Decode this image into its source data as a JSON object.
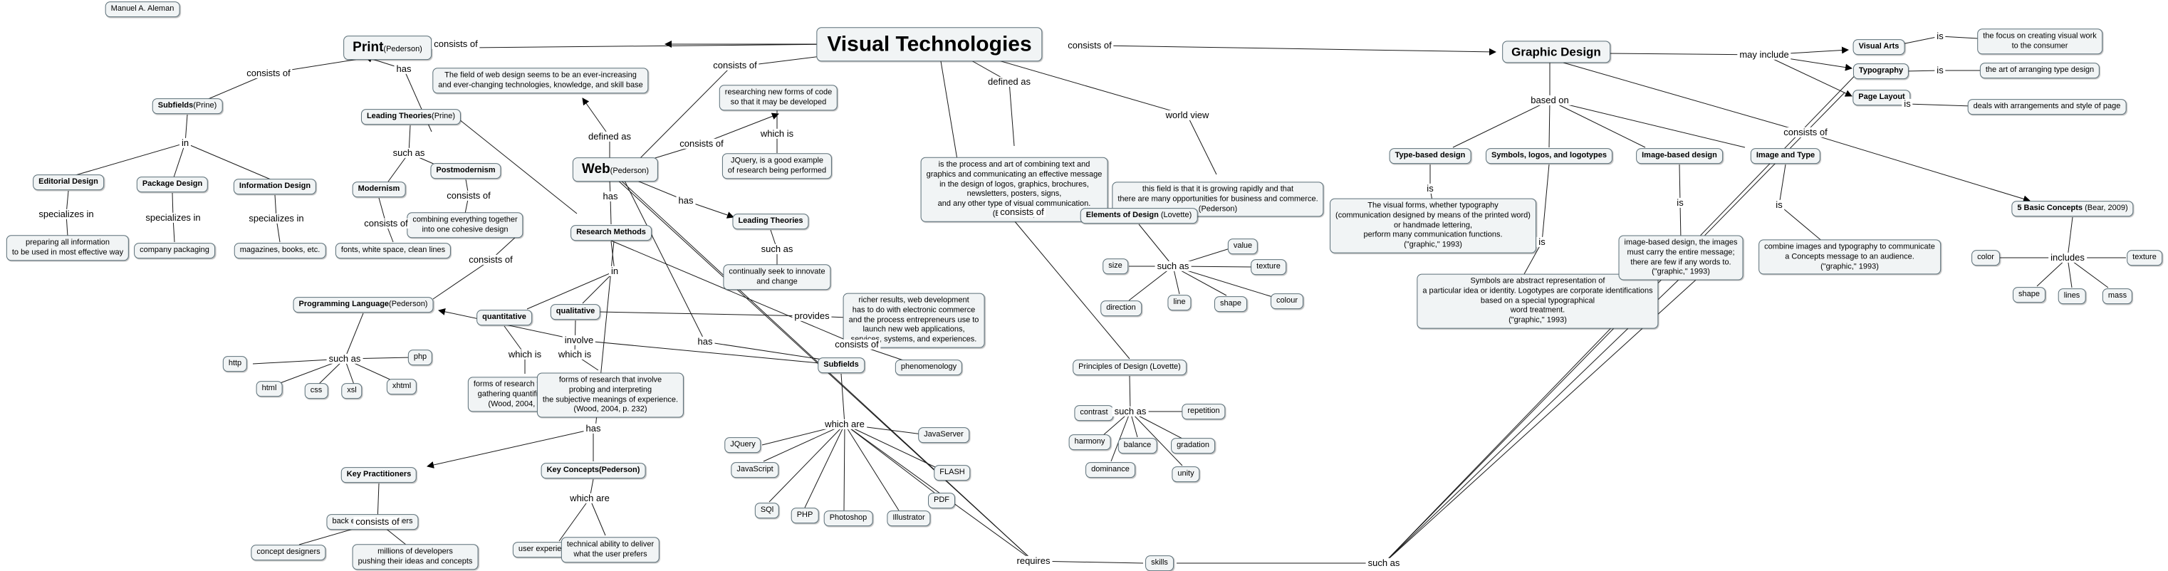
{
  "author": "Manuel A. Aleman",
  "nodes": [
    {
      "id": "vt",
      "text": "Visual Technologies",
      "style": "huge bold"
    },
    {
      "id": "print",
      "text": "Print",
      "sub": "(Pederson)",
      "style": "big bold"
    },
    {
      "id": "subfields_prine",
      "text": "Subfields",
      "sub": "(Prine)",
      "style": "bold"
    },
    {
      "id": "leading_prine",
      "text": "Leading Theories",
      "sub": "(Prine)",
      "style": "bold"
    },
    {
      "id": "editorial",
      "text": "Editorial Design",
      "style": "bold"
    },
    {
      "id": "package",
      "text": "Package Design",
      "style": "bold"
    },
    {
      "id": "info",
      "text": "Information Design",
      "style": "bold"
    },
    {
      "id": "prep_info",
      "text": "preparing all information\nto be used in most effective way",
      "style": "multi"
    },
    {
      "id": "company_pack",
      "text": "company packaging",
      "style": ""
    },
    {
      "id": "magazines",
      "text": "magazines, books, etc.",
      "style": ""
    },
    {
      "id": "modernism",
      "text": "Modernism",
      "style": "bold"
    },
    {
      "id": "postmodernism",
      "text": "Postmodernism",
      "style": "bold"
    },
    {
      "id": "fonts",
      "text": "fonts, white space, clean lines",
      "style": ""
    },
    {
      "id": "combining",
      "text": "combining everything together\ninto one cohesive design",
      "style": "multi"
    },
    {
      "id": "field_web",
      "text": "The field of web design seems to be an ever-increasing\nand ever-changing technologies, knowledge, and skill base",
      "style": "multi"
    },
    {
      "id": "web",
      "text": "Web",
      "sub": "(Pederson)",
      "style": "big bold"
    },
    {
      "id": "researching",
      "text": "researching new forms of code\nso that it may be developed",
      "style": "multi"
    },
    {
      "id": "jquery_ex",
      "text": "JQuery, is a good example\nof research being performed",
      "style": "multi"
    },
    {
      "id": "leading_web",
      "text": "Leading Theories",
      "style": "bold"
    },
    {
      "id": "innovate",
      "text": "continually seek to innovate\nand change",
      "style": "multi"
    },
    {
      "id": "research_methods",
      "text": "Research Methods",
      "style": "bold"
    },
    {
      "id": "quantitative",
      "text": "quantitative",
      "style": "bold"
    },
    {
      "id": "qualitative",
      "text": "qualitative",
      "style": "bold"
    },
    {
      "id": "quant_def",
      "text": "forms of research that involve\ngathering quantifiable data.\n(Wood, 2004, p. 332)",
      "style": "multi"
    },
    {
      "id": "qual_def",
      "text": "forms of research that involve\nprobing and interpreting\nthe subjective meanings of experience.\n(Wood, 2004, p. 232)",
      "style": "multi"
    },
    {
      "id": "richer",
      "text": "richer results, web development\nhas to do with electronic commerce\nand the process entrepreneurs use to\nlaunch new web applications,\nservices, systems, and experiences.",
      "style": "multi"
    },
    {
      "id": "phenomenology",
      "text": "phenomenology",
      "style": ""
    },
    {
      "id": "prog_lang",
      "text": "Programming Language",
      "sub": "(Pederson)",
      "style": "bold"
    },
    {
      "id": "http",
      "text": "http",
      "style": ""
    },
    {
      "id": "html",
      "text": "html",
      "style": ""
    },
    {
      "id": "css",
      "text": "css",
      "style": ""
    },
    {
      "id": "xsl",
      "text": "xsl",
      "style": ""
    },
    {
      "id": "xhtml",
      "text": "xhtml",
      "style": ""
    },
    {
      "id": "php_lang",
      "text": "php",
      "style": ""
    },
    {
      "id": "subfields_web",
      "text": "Subfields",
      "style": "bold"
    },
    {
      "id": "jquery",
      "text": "JQuery",
      "style": ""
    },
    {
      "id": "javascript",
      "text": "JavaScript",
      "style": ""
    },
    {
      "id": "sql",
      "text": "SQl",
      "style": ""
    },
    {
      "id": "php_sub",
      "text": "PHP",
      "style": ""
    },
    {
      "id": "photoshop",
      "text": "Photoshop",
      "style": ""
    },
    {
      "id": "illustrator",
      "text": "Illustrator",
      "style": ""
    },
    {
      "id": "pdf",
      "text": "PDF",
      "style": ""
    },
    {
      "id": "flash",
      "text": "FLASH",
      "style": ""
    },
    {
      "id": "javaserver",
      "text": "JavaServer",
      "style": ""
    },
    {
      "id": "key_practitioners",
      "text": "Key Practitioners",
      "style": "bold"
    },
    {
      "id": "back_end",
      "text": "back end programmers",
      "style": ""
    },
    {
      "id": "concept_designers",
      "text": "concept designers",
      "style": ""
    },
    {
      "id": "millions",
      "text": "millions of developers\npushing their ideas and concepts",
      "style": "multi"
    },
    {
      "id": "key_concepts",
      "text": "Key Concepts(Pederson)",
      "style": "bold"
    },
    {
      "id": "user_exp",
      "text": "user experience",
      "style": ""
    },
    {
      "id": "tech_ability",
      "text": "technical ability to deliver\nwhat the user prefers",
      "style": "multi"
    },
    {
      "id": "skills",
      "text": "skills",
      "style": ""
    },
    {
      "id": "vt_def",
      "text": "is the process and art of combining text and\ngraphics and communicating an effective message\nin the design of logos, graphics, brochures,\nnewsletters, posters, signs,\nand any other type of visual communication.\n(Bear, 2009)",
      "style": "multi"
    },
    {
      "id": "growing",
      "text": "this field is that it is growing rapidly and that\nthere are many opportunities for business and commerce.\n(Pederson)",
      "style": "multi"
    },
    {
      "id": "elements",
      "text": "Elements of Design",
      "sub": " (Lovette)",
      "style": "bold"
    },
    {
      "id": "size",
      "text": "size",
      "style": ""
    },
    {
      "id": "value",
      "text": "value",
      "style": ""
    },
    {
      "id": "texture_el",
      "text": "texture",
      "style": ""
    },
    {
      "id": "colour",
      "text": "colour",
      "style": ""
    },
    {
      "id": "shape_el",
      "text": "shape",
      "style": ""
    },
    {
      "id": "line",
      "text": "line",
      "style": ""
    },
    {
      "id": "direction",
      "text": "direction",
      "style": ""
    },
    {
      "id": "principles",
      "text": "Principles of Design (Lovette)",
      "style": ""
    },
    {
      "id": "contrast",
      "text": "contrast",
      "style": ""
    },
    {
      "id": "harmony",
      "text": "harmony",
      "style": ""
    },
    {
      "id": "dominance",
      "text": "dominance",
      "style": ""
    },
    {
      "id": "balance",
      "text": "balance",
      "style": ""
    },
    {
      "id": "gradation",
      "text": "gradation",
      "style": ""
    },
    {
      "id": "unity",
      "text": "unity",
      "style": ""
    },
    {
      "id": "repetition",
      "text": "repetition",
      "style": ""
    },
    {
      "id": "graphic_design",
      "text": "Graphic Design",
      "style": "hd bold"
    },
    {
      "id": "visual_arts",
      "text": "Visual Arts",
      "style": "bold"
    },
    {
      "id": "typography",
      "text": "Typography",
      "style": "bold"
    },
    {
      "id": "page_layout",
      "text": "Page Layout",
      "style": "bold"
    },
    {
      "id": "va_def",
      "text": "the focus on creating visual work\nto the consumer",
      "style": "multi"
    },
    {
      "id": "typo_def",
      "text": "the art of arranging type design",
      "style": ""
    },
    {
      "id": "layout_def",
      "text": "deals with arrangements and style of page",
      "style": ""
    },
    {
      "id": "type_based",
      "text": "Type-based design",
      "style": "bold"
    },
    {
      "id": "symbols",
      "text": "Symbols, logos, and logotypes",
      "style": "bold"
    },
    {
      "id": "image_based",
      "text": "Image-based design",
      "style": "bold"
    },
    {
      "id": "image_type",
      "text": "Image and Type",
      "style": "bold"
    },
    {
      "id": "five_concepts",
      "text": "5 Basic Concepts",
      "sub": " (Bear, 2009)",
      "style": "bold"
    },
    {
      "id": "type_def",
      "text": "The visual forms, whether typography\n(communication designed by means of the printed word)\nor handmade lettering,\nperform many communication functions.\n(\"graphic,\" 1993)",
      "style": "multi"
    },
    {
      "id": "sym_def",
      "text": "Symbols are abstract representation of\na particular idea or identity. Logotypes are corporate identifications\nbased on a special typographical\nword treatment.\n(\"graphic,\" 1993)",
      "style": "multi"
    },
    {
      "id": "img_def",
      "text": "image-based design, the images\nmust carry the entire message;\nthere are few if any words to.\n(\"graphic,\" 1993)",
      "style": "multi"
    },
    {
      "id": "imgtype_def",
      "text": "combine images and typography to communicate\na Concepts message to an audience.\n(\"graphic,\" 1993)",
      "style": "multi"
    },
    {
      "id": "color",
      "text": "color",
      "style": ""
    },
    {
      "id": "texture_bc",
      "text": "texture",
      "style": ""
    },
    {
      "id": "shape_bc",
      "text": "shape",
      "style": ""
    },
    {
      "id": "lines",
      "text": "lines",
      "style": ""
    },
    {
      "id": "mass",
      "text": "mass",
      "style": ""
    }
  ],
  "labels": [
    {
      "id": "l_consists_print",
      "text": "consists of"
    },
    {
      "id": "l_consists_vt_web",
      "text": "consists of"
    },
    {
      "id": "l_consists_gd",
      "text": "consists of"
    },
    {
      "id": "l_defined_vt",
      "text": "defined as"
    },
    {
      "id": "l_worldview",
      "text": "world view"
    },
    {
      "id": "l_consists_print_sub",
      "text": "consists of"
    },
    {
      "id": "l_has_print",
      "text": "has"
    },
    {
      "id": "l_in_print",
      "text": "in"
    },
    {
      "id": "l_spec1",
      "text": "specializes in"
    },
    {
      "id": "l_spec2",
      "text": "specializes in"
    },
    {
      "id": "l_spec3",
      "text": "specializes in"
    },
    {
      "id": "l_suchas_lt",
      "text": "such as"
    },
    {
      "id": "l_consists_mod",
      "text": "consists of"
    },
    {
      "id": "l_consists_post",
      "text": "consists of"
    },
    {
      "id": "l_consists_prog",
      "text": "consists of"
    },
    {
      "id": "l_defined_web",
      "text": "defined as"
    },
    {
      "id": "l_consists_web_res",
      "text": "consists of"
    },
    {
      "id": "l_which_is_res",
      "text": "which is"
    },
    {
      "id": "l_has_web_lt",
      "text": "has"
    },
    {
      "id": "l_such_as_lt_web",
      "text": "such as"
    },
    {
      "id": "l_has_web_rm",
      "text": "has"
    },
    {
      "id": "l_in_rm",
      "text": "in"
    },
    {
      "id": "l_which_is_quant",
      "text": "which is"
    },
    {
      "id": "l_which_is_qual",
      "text": "which is"
    },
    {
      "id": "l_provides",
      "text": "provides"
    },
    {
      "id": "l_consists_phen",
      "text": "consists of"
    },
    {
      "id": "l_involve",
      "text": "involve"
    },
    {
      "id": "l_suchas_prog",
      "text": "such as"
    },
    {
      "id": "l_has_web_sub",
      "text": "has"
    },
    {
      "id": "l_which_are_sub",
      "text": "which are"
    },
    {
      "id": "l_has_kp",
      "text": "has"
    },
    {
      "id": "l_consists_kp",
      "text": "consists of"
    },
    {
      "id": "l_which_are_kc",
      "text": "which are"
    },
    {
      "id": "l_requires",
      "text": "requires"
    },
    {
      "id": "l_suchas_skills",
      "text": "such as"
    },
    {
      "id": "l_consists_vt_def",
      "text": "consists of"
    },
    {
      "id": "l_suchas_el",
      "text": "such as"
    },
    {
      "id": "l_suchas_pr",
      "text": "such as"
    },
    {
      "id": "l_may_include",
      "text": "may include"
    },
    {
      "id": "l_is_va",
      "text": "is"
    },
    {
      "id": "l_is_typo",
      "text": "is"
    },
    {
      "id": "l_is_layout",
      "text": "is"
    },
    {
      "id": "l_based_on",
      "text": "based on"
    },
    {
      "id": "l_consists_gd2",
      "text": "consists of"
    },
    {
      "id": "l_is_type",
      "text": "is"
    },
    {
      "id": "l_is_sym",
      "text": "is"
    },
    {
      "id": "l_is_img",
      "text": "is"
    },
    {
      "id": "l_is_imgtype",
      "text": "is"
    },
    {
      "id": "l_includes",
      "text": "includes"
    }
  ]
}
